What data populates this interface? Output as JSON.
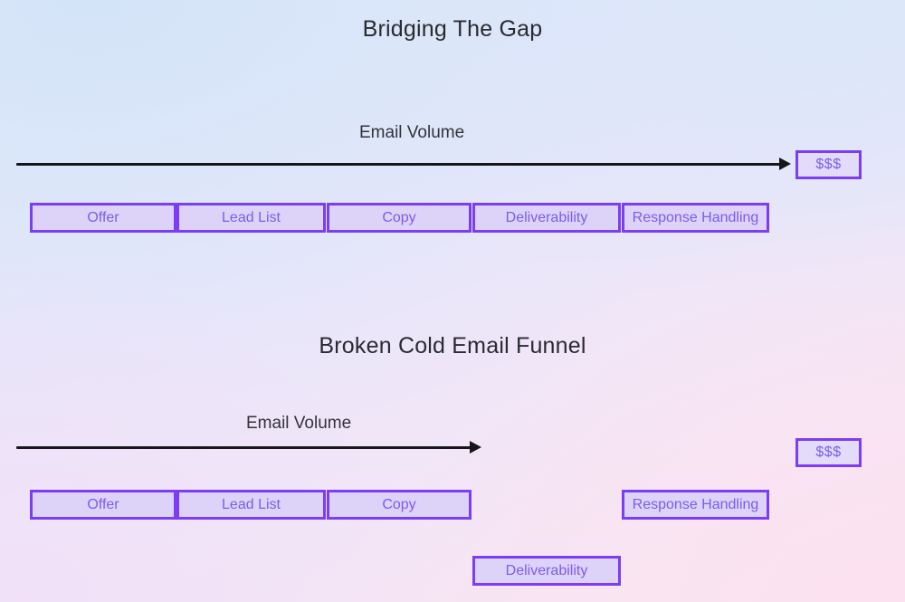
{
  "colors": {
    "box_border": "#7b3df5",
    "box_fill": "#ddd2f8",
    "box_text": "#7a5df0",
    "arrow": "#15151a",
    "title_text": "#2a2a31",
    "bg_top_left": "#d4e4f8",
    "bg_bottom_right": "#fce2f0"
  },
  "sections": {
    "top": {
      "title": "Bridging The Gap",
      "axis_label": "Email Volume",
      "money_label": "$$$",
      "stages": [
        {
          "label": "Offer"
        },
        {
          "label": "Lead List"
        },
        {
          "label": "Copy"
        },
        {
          "label": "Deliverability"
        },
        {
          "label": "Response Handling"
        }
      ]
    },
    "bottom": {
      "title": "Broken Cold Email Funnel",
      "axis_label": "Email Volume",
      "money_label": "$$$",
      "stages": [
        {
          "label": "Offer"
        },
        {
          "label": "Lead List"
        },
        {
          "label": "Copy"
        },
        {
          "label": "Response Handling"
        }
      ],
      "detached_stage": {
        "label": "Deliverability"
      }
    }
  }
}
